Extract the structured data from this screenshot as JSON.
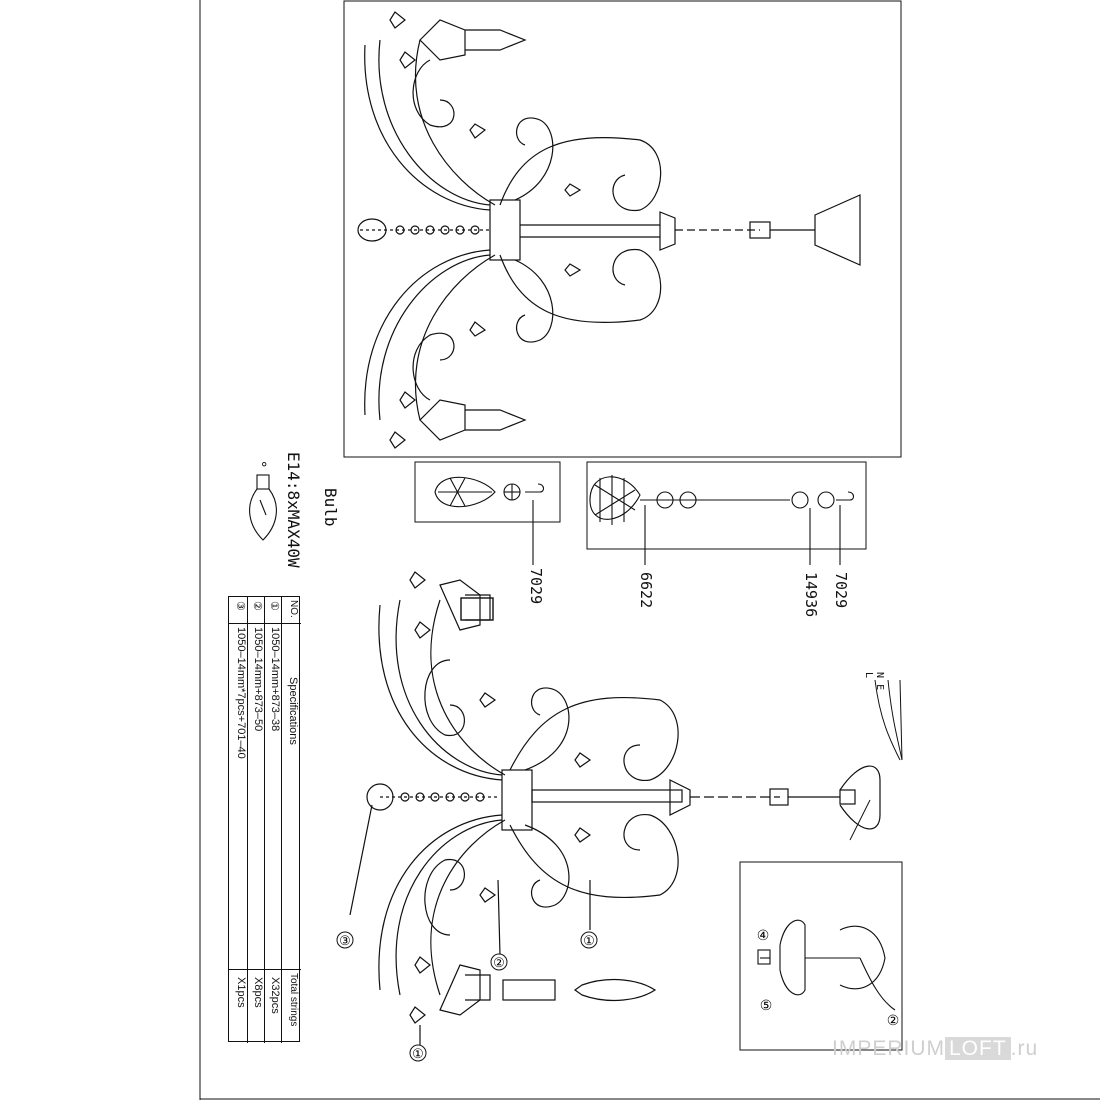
{
  "bulb": {
    "title": "Bulb",
    "spec": "E14:8xMAX40W",
    "symbol": "°"
  },
  "parts": {
    "pendant_small": "7029",
    "pendant_large": "6622",
    "bead": "14936",
    "hook": "7029"
  },
  "spec_table": {
    "headers": [
      "NO.",
      "Specifications",
      "Total strings"
    ],
    "rows": [
      {
        "no": "①",
        "spec": "1050–14mm+873–38",
        "total": "X32pcs"
      },
      {
        "no": "②",
        "spec": "1050–14mm+873–50",
        "total": "X8pcs"
      },
      {
        "no": "③",
        "spec": "1050–14mm*7pcs+701–40",
        "total": "X1pcs"
      }
    ]
  },
  "callouts": {
    "c1": "①",
    "c2": "②",
    "c3": "③",
    "c4": "④",
    "c5": "⑤",
    "c1b": "①",
    "c2b": "②"
  },
  "wires": [
    "L",
    "E",
    "N"
  ],
  "watermark": {
    "text": "IMPERIUM",
    "logo": "LOFT",
    "suffix": ".ru"
  }
}
